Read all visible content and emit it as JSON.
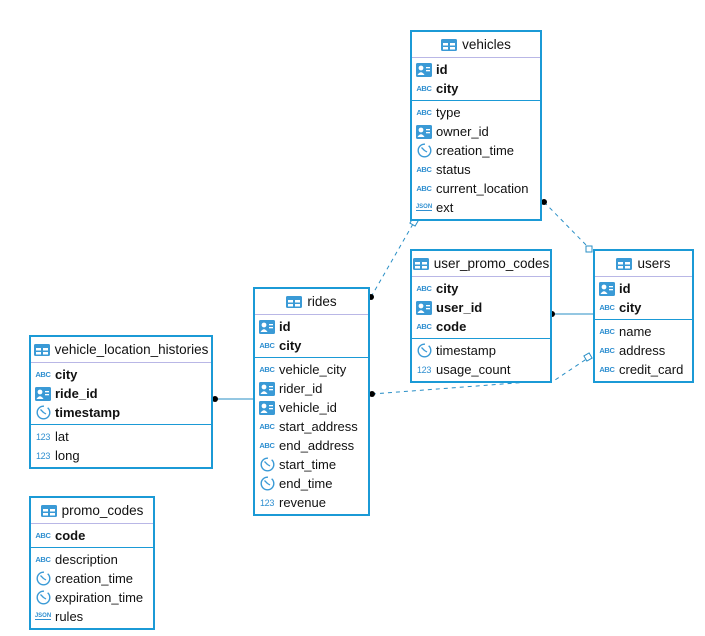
{
  "tables": {
    "vehicles": {
      "name": "vehicles",
      "keys": [
        {
          "name": "id",
          "type": "id"
        },
        {
          "name": "city",
          "type": "abc"
        }
      ],
      "cols": [
        {
          "name": "type",
          "type": "abc"
        },
        {
          "name": "owner_id",
          "type": "id"
        },
        {
          "name": "creation_time",
          "type": "time"
        },
        {
          "name": "status",
          "type": "abc"
        },
        {
          "name": "current_location",
          "type": "abc"
        },
        {
          "name": "ext",
          "type": "json"
        }
      ]
    },
    "user_promo_codes": {
      "name": "user_promo_codes",
      "keys": [
        {
          "name": "city",
          "type": "abc"
        },
        {
          "name": "user_id",
          "type": "id"
        },
        {
          "name": "code",
          "type": "abc"
        }
      ],
      "cols": [
        {
          "name": "timestamp",
          "type": "time"
        },
        {
          "name": "usage_count",
          "type": "num"
        }
      ]
    },
    "users": {
      "name": "users",
      "keys": [
        {
          "name": "id",
          "type": "id"
        },
        {
          "name": "city",
          "type": "abc"
        }
      ],
      "cols": [
        {
          "name": "name",
          "type": "abc"
        },
        {
          "name": "address",
          "type": "abc"
        },
        {
          "name": "credit_card",
          "type": "abc"
        }
      ]
    },
    "rides": {
      "name": "rides",
      "keys": [
        {
          "name": "id",
          "type": "id"
        },
        {
          "name": "city",
          "type": "abc"
        }
      ],
      "cols": [
        {
          "name": "vehicle_city",
          "type": "abc"
        },
        {
          "name": "rider_id",
          "type": "id"
        },
        {
          "name": "vehicle_id",
          "type": "id"
        },
        {
          "name": "start_address",
          "type": "abc"
        },
        {
          "name": "end_address",
          "type": "abc"
        },
        {
          "name": "start_time",
          "type": "time"
        },
        {
          "name": "end_time",
          "type": "time"
        },
        {
          "name": "revenue",
          "type": "num"
        }
      ]
    },
    "vehicle_location_histories": {
      "name": "vehicle_location_histories",
      "keys": [
        {
          "name": "city",
          "type": "abc"
        },
        {
          "name": "ride_id",
          "type": "id"
        },
        {
          "name": "timestamp",
          "type": "time"
        }
      ],
      "cols": [
        {
          "name": "lat",
          "type": "num"
        },
        {
          "name": "long",
          "type": "num"
        }
      ]
    },
    "promo_codes": {
      "name": "promo_codes",
      "keys": [
        {
          "name": "code",
          "type": "abc"
        }
      ],
      "cols": [
        {
          "name": "description",
          "type": "abc"
        },
        {
          "name": "creation_time",
          "type": "time"
        },
        {
          "name": "expiration_time",
          "type": "time"
        },
        {
          "name": "rules",
          "type": "json"
        }
      ]
    }
  },
  "type_labels": {
    "abc": "ABC",
    "num": "123",
    "json": "JSON"
  },
  "colors": {
    "border": "#1b9ad6",
    "icon": "#2f8fd0",
    "line": "#2a8fc6"
  }
}
